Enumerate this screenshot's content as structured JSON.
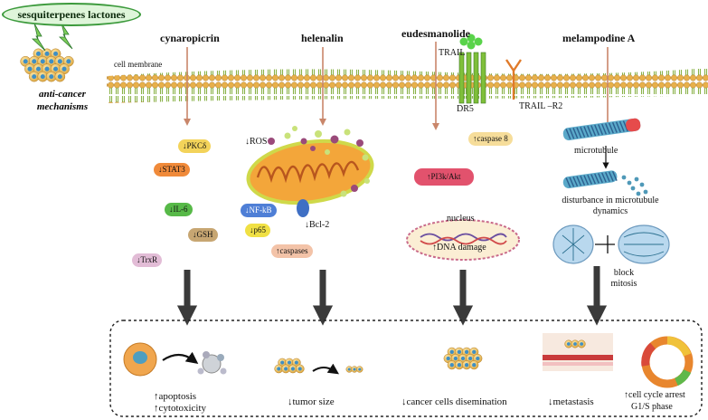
{
  "header": {
    "badge": "sesquiterpenes lactones",
    "anti_cancer": "anti-cancer mechanisms"
  },
  "membrane": {
    "label": "cell membrane",
    "trail": "TRAIL",
    "dr5": "DR5",
    "trail_r2": "TRAIL –R2"
  },
  "compounds": {
    "cynaropicrin": "cynaropicrin",
    "helenalin": "helenalin",
    "eudesmanolide": "eudesmanolide",
    "melampodine": "melampodine A"
  },
  "cynaropicrin_targets": [
    "↓PKCδ",
    "↓STAT3",
    "↓IL-6",
    "↓GSH",
    "↓TrxR"
  ],
  "helenalin_targets": {
    "ros": "↓ROS",
    "nfkb": "↓NF-kB",
    "p65": "↓p65",
    "bcl2": "↓Bcl-2",
    "caspases": "↑caspases"
  },
  "eudesmanolide_targets": {
    "caspase8": "↑caspase 8",
    "pi3k": "↑PI3k/Akt",
    "nucleus": "nucleus",
    "dna": "↑DNA damage"
  },
  "melampodine_targets": {
    "microtubule": "microtubule",
    "disturbance": "disturbance in microtubule dynamics",
    "block": "block mitosis"
  },
  "outcomes": {
    "apoptosis": "↑apoptosis",
    "cytotoxicity": "↑cytotoxicity",
    "tumor": "↓tumor size",
    "dissemination": "↓cancer cells disemination",
    "metastasis": "↓metastasis",
    "cycle1": "↑cell cycle arrest",
    "cycle2": "G1/S phase"
  },
  "colors": {
    "membrane_head": "#e8b04a",
    "membrane_tail": "#8bb34a",
    "arrow_thin": "#c9866a",
    "arrow_thick": "#3a3a3a",
    "pkc": "#f3d35a",
    "stat3": "#f08a3a",
    "il6": "#57b948",
    "gsh": "#c7a672",
    "trxr": "#e2bcd6",
    "nfkb": "#4f7fd6",
    "p65": "#f0e044",
    "caspases": "#f3c3a8",
    "pi3k": "#e2526d",
    "caspase8": "#f6dd9a"
  }
}
